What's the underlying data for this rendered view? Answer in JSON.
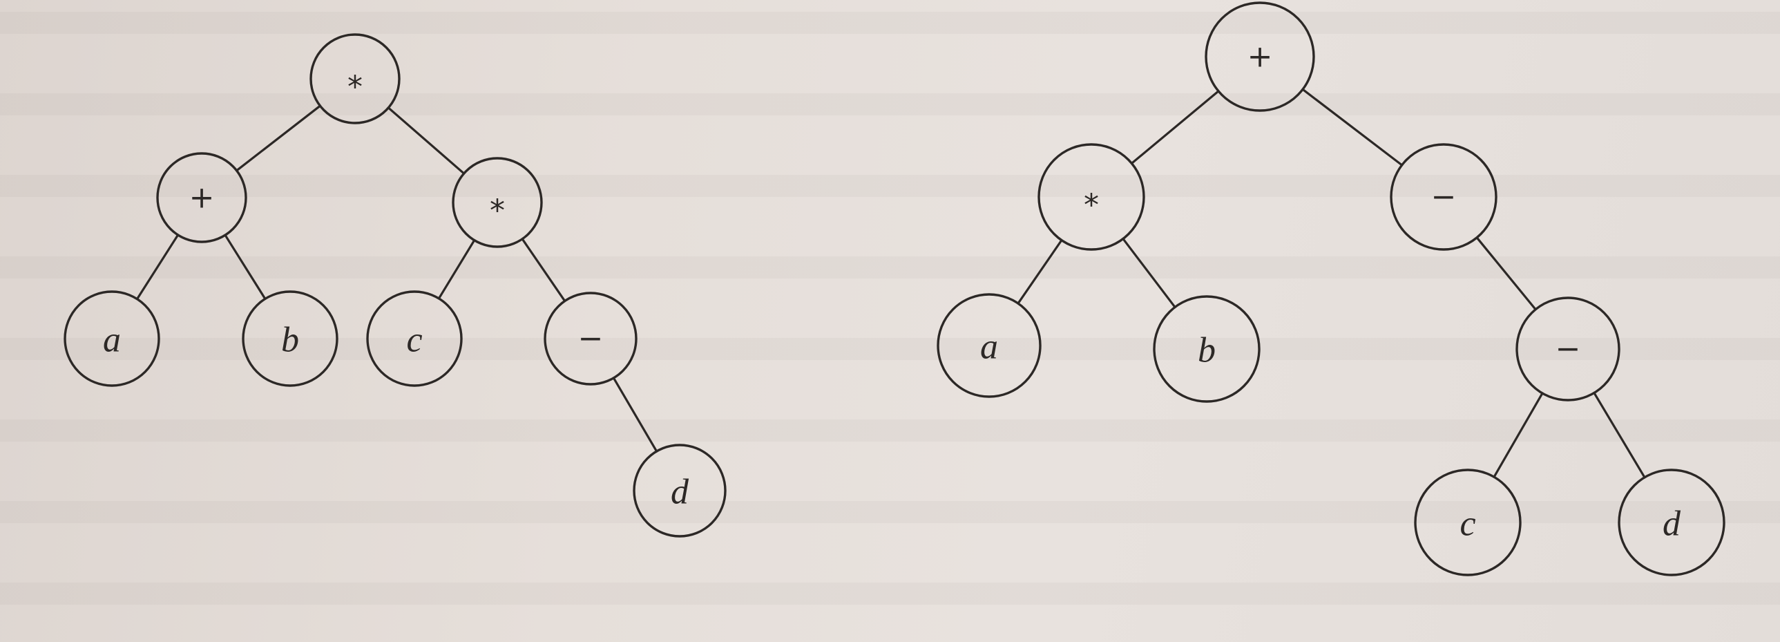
{
  "trees": [
    {
      "id": "left-tree",
      "nodes": [
        {
          "id": "L1",
          "label": "*",
          "kind": "op",
          "children": [
            "L2",
            "L3"
          ]
        },
        {
          "id": "L2",
          "label": "+",
          "kind": "op",
          "children": [
            "L4",
            "L5"
          ]
        },
        {
          "id": "L3",
          "label": "*",
          "kind": "op",
          "children": [
            "L6",
            "L7"
          ]
        },
        {
          "id": "L4",
          "label": "a",
          "kind": "var",
          "children": []
        },
        {
          "id": "L5",
          "label": "b",
          "kind": "var",
          "children": []
        },
        {
          "id": "L6",
          "label": "c",
          "kind": "var",
          "children": []
        },
        {
          "id": "L7",
          "label": "−",
          "kind": "op",
          "children": [
            "L8"
          ]
        },
        {
          "id": "L8",
          "label": "d",
          "kind": "var",
          "children": []
        }
      ]
    },
    {
      "id": "right-tree",
      "nodes": [
        {
          "id": "R1",
          "label": "+",
          "kind": "op",
          "children": [
            "R2",
            "R3"
          ]
        },
        {
          "id": "R2",
          "label": "*",
          "kind": "op",
          "children": [
            "R4",
            "R5"
          ]
        },
        {
          "id": "R3",
          "label": "−",
          "kind": "op",
          "children": [
            "R6"
          ]
        },
        {
          "id": "R4",
          "label": "a",
          "kind": "var",
          "children": []
        },
        {
          "id": "R5",
          "label": "b",
          "kind": "var",
          "children": []
        },
        {
          "id": "R6",
          "label": "−",
          "kind": "op",
          "children": [
            "R7",
            "R8"
          ]
        },
        {
          "id": "R7",
          "label": "c",
          "kind": "var",
          "children": []
        },
        {
          "id": "R8",
          "label": "d",
          "kind": "var",
          "children": []
        }
      ]
    }
  ]
}
